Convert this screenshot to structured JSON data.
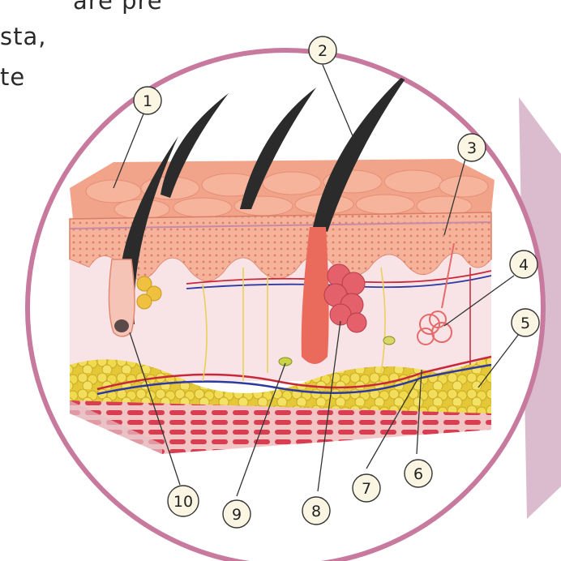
{
  "corner_text": {
    "line1": "are pre",
    "line2": "sta,",
    "line3": "te"
  },
  "callouts": [
    "1",
    "2",
    "3",
    "4",
    "5",
    "6",
    "7",
    "8",
    "9",
    "10"
  ],
  "colors": {
    "circle_border": "#c77a9e",
    "epidermis": "#f0a085",
    "dermis": "#f8e4e6",
    "fat": "#e8d13c",
    "muscle": "#d64556",
    "hair": "#2b2b2b",
    "side_panel": "#cfa6bf"
  }
}
